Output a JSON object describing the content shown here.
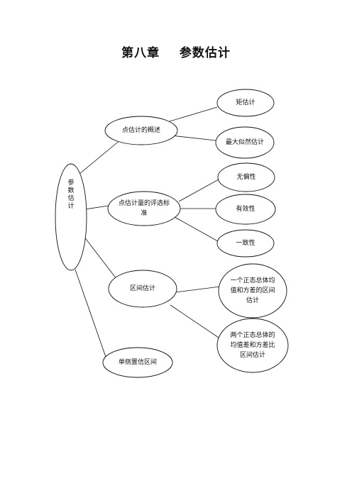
{
  "title": "第八章    参数估计",
  "root": {
    "label": "参数估计"
  },
  "branches": [
    {
      "label": "点估计的概述"
    },
    {
      "label": "点估计量的评选标准"
    },
    {
      "label": "区间估计"
    },
    {
      "label": "单侧置信区间"
    }
  ],
  "leaves": [
    {
      "label": "矩估计"
    },
    {
      "label": "最大似然估计"
    },
    {
      "label": "无偏性"
    },
    {
      "label": "有效性"
    },
    {
      "label": "一致性"
    },
    {
      "label": "一个正态总体均值和方差的区间估计"
    },
    {
      "label": "两个正态总体的均值差和方差比区间估计"
    }
  ]
}
